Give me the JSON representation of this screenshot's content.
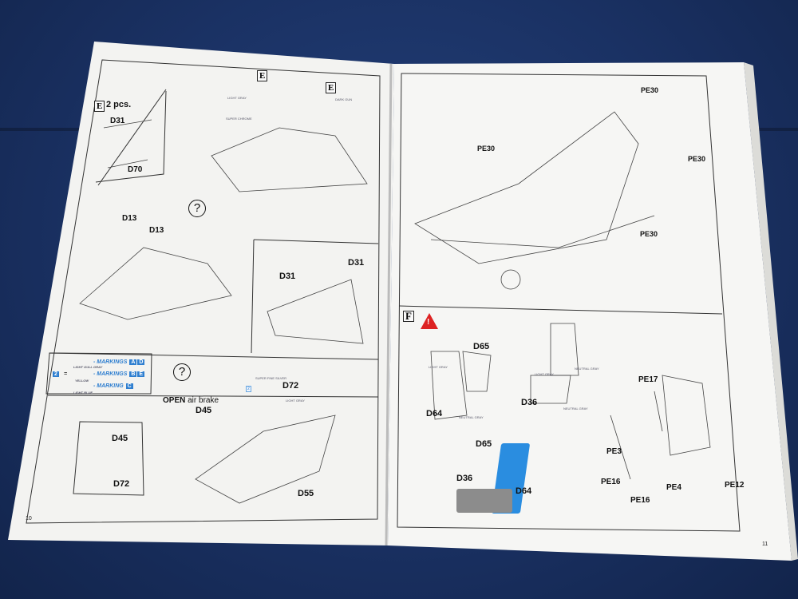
{
  "left_page": {
    "page_number": "10",
    "step_E": {
      "badge": "E",
      "title": "2 pcs.",
      "parts": [
        "D31",
        "D70"
      ]
    },
    "top_assembly": {
      "badges": [
        "E",
        "E"
      ],
      "paints": [
        "LIGHT GRAY",
        "SUPER CHROME",
        "DARK GUN"
      ]
    },
    "middle": {
      "parts": [
        "D13",
        "D13"
      ],
      "question": "?"
    },
    "detail": {
      "parts": [
        "D31",
        "D31"
      ]
    },
    "legend": {
      "key": "2",
      "equals": "=",
      "rows": [
        {
          "paint": "LIGHT GULL GRAY",
          "text": "- MARKINGS",
          "marks": [
            "A",
            "D"
          ]
        },
        {
          "paint": "YELLOW",
          "text": "- MARKINGS",
          "marks": [
            "B",
            "E"
          ]
        },
        {
          "paint": "LIGHT BLUE",
          "text": "- MARKING",
          "marks": [
            "C"
          ]
        }
      ]
    },
    "airbrake": {
      "question": "?",
      "title_bold": "OPEN",
      "title_rest": " air brake",
      "parts": [
        "D45",
        "D72",
        "D55"
      ],
      "key": "2",
      "paints": [
        "SUPER FINE SILVER",
        "LIGHT GRAY"
      ]
    },
    "inset": {
      "parts": [
        "D45",
        "D72"
      ]
    }
  },
  "right_page": {
    "page_number": "11",
    "top": {
      "callouts": [
        "PE30",
        "PE30",
        "PE30",
        "PE30"
      ]
    },
    "step_F": {
      "badge": "F",
      "warning": "!",
      "parts": [
        "D65",
        "D64",
        "D36"
      ],
      "paints": [
        "LIGHT GRAY",
        "NEUTRAL GRAY",
        "LIGHT GRAY",
        "NEUTRAL GRAY",
        "NEUTRAL GRAY"
      ],
      "assembled": [
        "D65",
        "D36",
        "D64"
      ],
      "pe_parts": [
        "PE17",
        "PE3",
        "PE16",
        "PE16",
        "PE4",
        "PE12"
      ]
    }
  },
  "colors": {
    "fabric": "#1a3163",
    "paper": "#f4f4f2",
    "accent_blue": "#2f7fd0",
    "warning_red": "#d22222"
  }
}
